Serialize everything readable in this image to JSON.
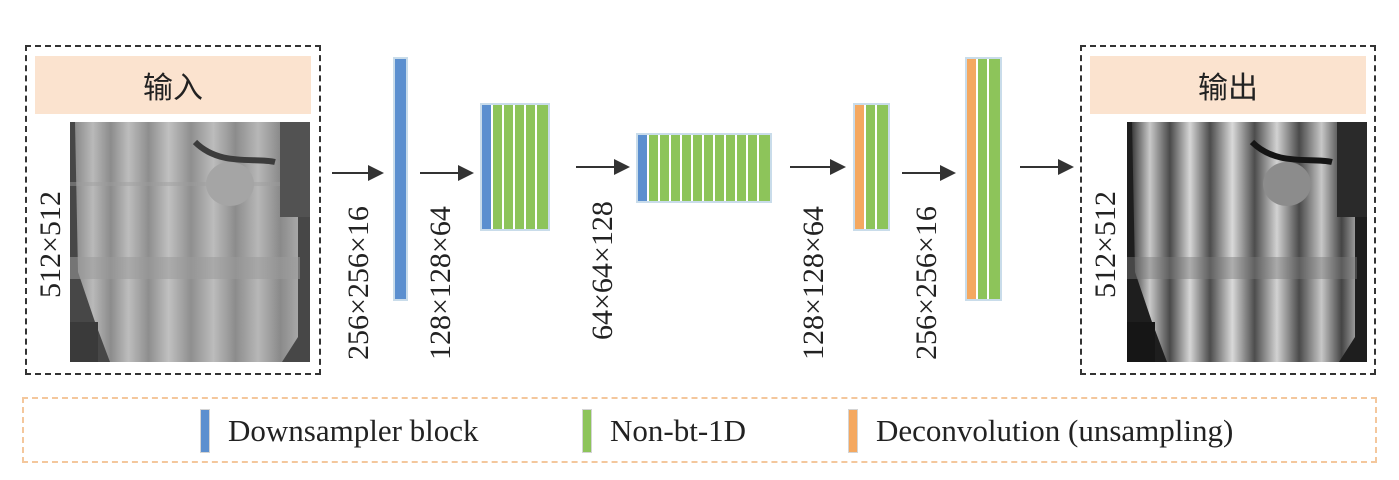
{
  "colors": {
    "downsampler": "#5b8fcf",
    "non_bt_1d": "#8dc45a",
    "deconvolution": "#f4a860"
  },
  "input_panel": {
    "title": "输入",
    "size_label": "512×512"
  },
  "output_panel": {
    "title": "输出",
    "size_label": "512×512"
  },
  "stages": [
    {
      "dims_label": "256×256×16",
      "blocks": [
        "downsampler"
      ]
    },
    {
      "dims_label": "128×128×64",
      "blocks": [
        "downsampler",
        "non_bt_1d",
        "non_bt_1d",
        "non_bt_1d",
        "non_bt_1d",
        "non_bt_1d"
      ]
    },
    {
      "dims_label": "64×64×128",
      "blocks": [
        "downsampler",
        "non_bt_1d",
        "non_bt_1d",
        "non_bt_1d",
        "non_bt_1d",
        "non_bt_1d",
        "non_bt_1d",
        "non_bt_1d",
        "non_bt_1d",
        "non_bt_1d",
        "non_bt_1d",
        "non_bt_1d"
      ]
    },
    {
      "dims_label": "128×128×64",
      "blocks": [
        "deconvolution",
        "non_bt_1d",
        "non_bt_1d"
      ]
    },
    {
      "dims_label": "256×256×16",
      "blocks": [
        "deconvolution",
        "non_bt_1d",
        "non_bt_1d"
      ]
    }
  ],
  "legend": [
    {
      "key": "downsampler",
      "label": "Downsampler block"
    },
    {
      "key": "non_bt_1d",
      "label": "Non-bt-1D"
    },
    {
      "key": "deconvolution",
      "label": "Deconvolution (unsampling)"
    }
  ]
}
